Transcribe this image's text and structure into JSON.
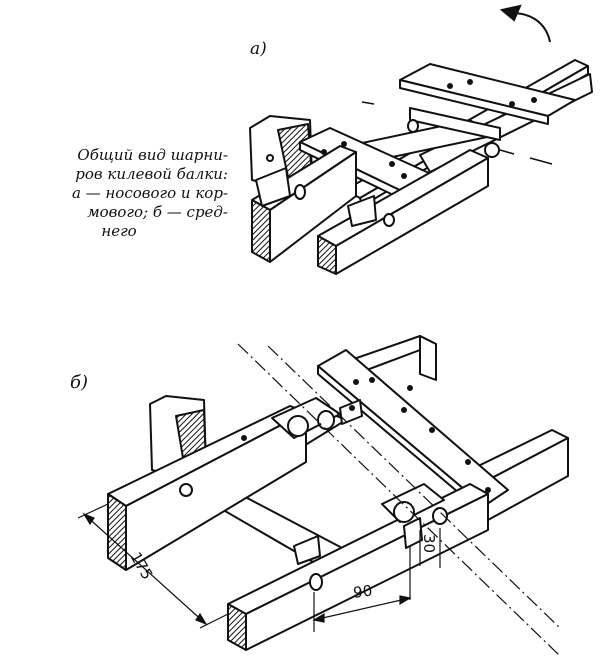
{
  "figure": {
    "label_a": "а)",
    "label_b": "б)",
    "caption_lines": [
      "Общий вид шарни-",
      "ров килевой балки:",
      "а — носового и кор-",
      "мового;   б — сред-",
      "него"
    ],
    "dimensions": {
      "width": "175",
      "spacing": "90",
      "height": "30"
    }
  }
}
